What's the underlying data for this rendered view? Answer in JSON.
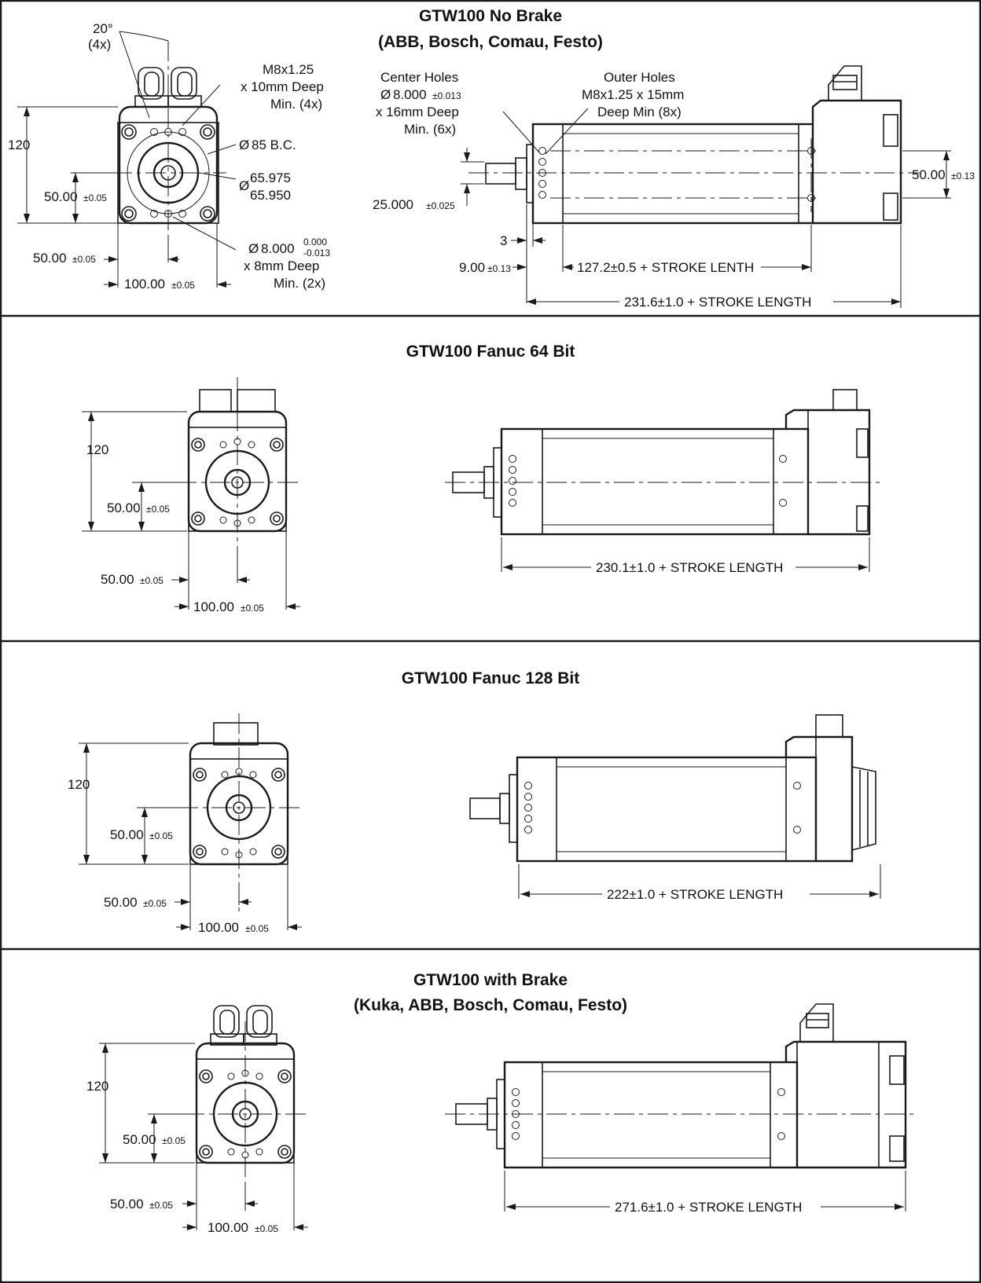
{
  "sections": [
    {
      "title_lines": [
        "GTW100 No Brake",
        "(ABB, Bosch, Comau, Festo)"
      ],
      "labels": {
        "angle": "20°",
        "angle_count": "(4x)",
        "thread_1": "M8x1.25",
        "thread_2": "x 10mm Deep",
        "thread_3": "Min. (4x)",
        "bc_symbol": "Ø",
        "bc_value": "85 B.C.",
        "bore_symbol": "Ø",
        "bore_max": "65.975",
        "bore_min": "65.950",
        "pin_symbol": "Ø",
        "pin_value": "8.000",
        "pin_tol_upper": "0.000",
        "pin_tol_lower": "-0.013",
        "pin_2": "x 8mm Deep",
        "pin_3": "Min. (2x)",
        "h120": "120",
        "h50_val": "50.00",
        "h50_tol": "±0.05",
        "x50_val": "50.00",
        "x50_tol": "±0.05",
        "w100_val": "100.00",
        "w100_tol": "±0.05",
        "center_1": "Center Holes",
        "center_sym": "Ø",
        "center_val": "8.000",
        "center_tol": "±0.013",
        "center_3": "x 16mm Deep",
        "center_4": "Min. (6x)",
        "outer_1": "Outer Holes",
        "outer_2": "M8x1.25 x 15mm",
        "outer_3": "Deep Min (8x)",
        "rod_val": "25.000",
        "rod_tol": "±0.025",
        "side50_val": "50.00",
        "side50_tol": "±0.13",
        "three": "3",
        "nine_val": "9.00",
        "nine_tol": "±0.13",
        "mid_len": "127.2±0.5 + STROKE LENTH",
        "total_len": "231.6±1.0 + STROKE LENGTH"
      }
    },
    {
      "title_lines": [
        "GTW100 Fanuc 64 Bit"
      ],
      "labels": {
        "h120": "120",
        "h50_val": "50.00",
        "h50_tol": "±0.05",
        "x50_val": "50.00",
        "x50_tol": "±0.05",
        "w100_val": "100.00",
        "w100_tol": "±0.05",
        "total_len": "230.1±1.0 + STROKE LENGTH"
      }
    },
    {
      "title_lines": [
        "GTW100 Fanuc 128 Bit"
      ],
      "labels": {
        "h120": "120",
        "h50_val": "50.00",
        "h50_tol": "±0.05",
        "x50_val": "50.00",
        "x50_tol": "±0.05",
        "w100_val": "100.00",
        "w100_tol": "±0.05",
        "total_len": "222±1.0 + STROKE LENGTH"
      }
    },
    {
      "title_lines": [
        "GTW100 with Brake",
        "(Kuka, ABB, Bosch, Comau, Festo)"
      ],
      "labels": {
        "h120": "120",
        "h50_val": "50.00",
        "h50_tol": "±0.05",
        "x50_val": "50.00",
        "x50_tol": "±0.05",
        "w100_val": "100.00",
        "w100_tol": "±0.05",
        "total_len": "271.6±1.0 + STROKE LENGTH"
      }
    }
  ]
}
